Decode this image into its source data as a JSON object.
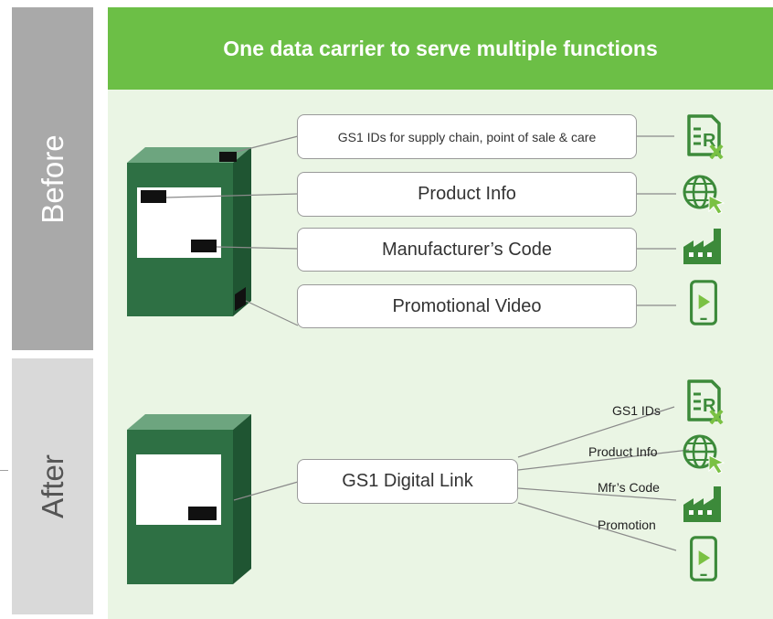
{
  "header": {
    "title": "One data carrier to serve multiple functions"
  },
  "sections": {
    "before_label": "Before",
    "after_label": "After"
  },
  "before": {
    "boxes": [
      {
        "label": "GS1 IDs for supply chain, point of sale & care",
        "icon": "prescription-icon"
      },
      {
        "label": "Product Info",
        "icon": "globe-cursor-icon"
      },
      {
        "label": "Manufacturer’s Code",
        "icon": "factory-icon"
      },
      {
        "label": "Promotional Video",
        "icon": "phone-play-icon"
      }
    ]
  },
  "after": {
    "hub_label": "GS1 Digital Link",
    "targets": [
      {
        "label": "GS1 IDs",
        "icon": "prescription-icon"
      },
      {
        "label": "Product Info",
        "icon": "globe-cursor-icon"
      },
      {
        "label": "Mfr’s Code",
        "icon": "factory-icon"
      },
      {
        "label": "Promotion",
        "icon": "phone-play-icon"
      }
    ]
  },
  "colors": {
    "banner": "#6cbf46",
    "panel": "#eaf5e4",
    "package": "#2e7044",
    "icon_green": "#3c8a3a",
    "accent_green": "#7ac143"
  }
}
